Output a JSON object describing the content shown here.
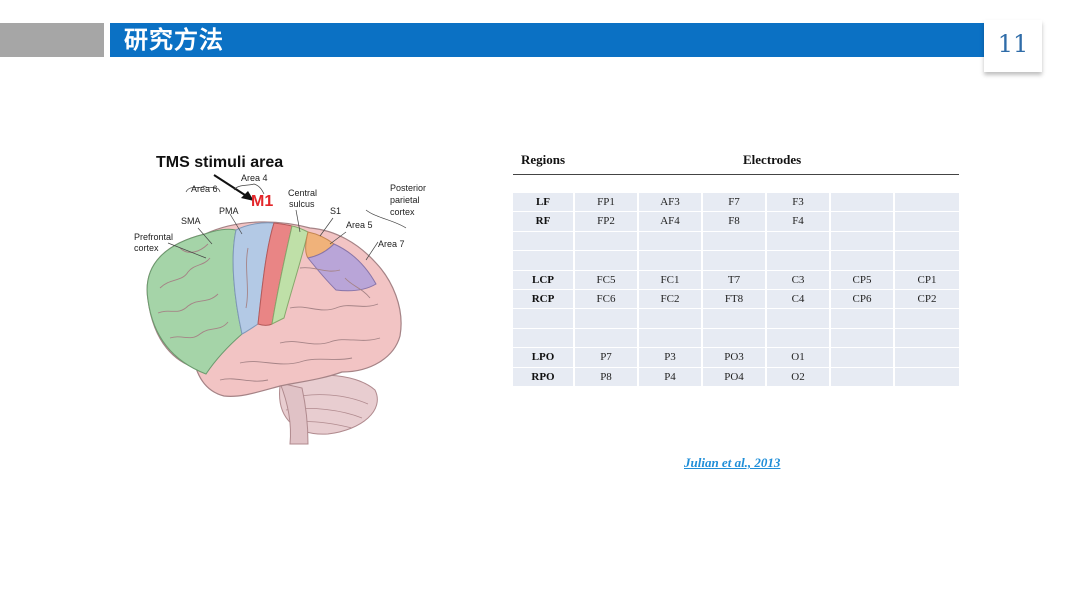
{
  "header": {
    "title": "研究方法",
    "page_number": "11"
  },
  "figure": {
    "tms_label": "TMS stimuli area",
    "m1_label": "M1",
    "labels": {
      "area4": "Area 4",
      "area6": "Area 6",
      "pma": "PMA",
      "sma": "SMA",
      "prefrontal1": "Prefrontal",
      "prefrontal2": "cortex",
      "central1": "Central",
      "central2": "sulcus",
      "s1": "S1",
      "area5": "Area 5",
      "area7": "Area 7",
      "posterior1": "Posterior",
      "posterior2": "parietal",
      "posterior3": "cortex"
    }
  },
  "table": {
    "header_regions": "Regions",
    "header_electrodes": "Electrodes",
    "rows": [
      [
        "LF",
        "FP1",
        "AF3",
        "F7",
        "F3",
        "",
        ""
      ],
      [
        "RF",
        "FP2",
        "AF4",
        "F8",
        "F4",
        "",
        ""
      ],
      [
        "",
        "",
        "",
        "",
        "",
        "",
        ""
      ],
      [
        "",
        "",
        "",
        "",
        "",
        "",
        ""
      ],
      [
        "LCP",
        "FC5",
        "FC1",
        "T7",
        "C3",
        "CP5",
        "CP1"
      ],
      [
        "RCP",
        "FC6",
        "FC2",
        "FT8",
        "C4",
        "CP6",
        "CP2"
      ],
      [
        "",
        "",
        "",
        "",
        "",
        "",
        ""
      ],
      [
        "",
        "",
        "",
        "",
        "",
        "",
        ""
      ],
      [
        "LPO",
        "P7",
        "P3",
        "PO3",
        "O1",
        "",
        ""
      ],
      [
        "RPO",
        "P8",
        "P4",
        "PO4",
        "O2",
        "",
        ""
      ]
    ]
  },
  "citation": "Julian et al., 2013"
}
